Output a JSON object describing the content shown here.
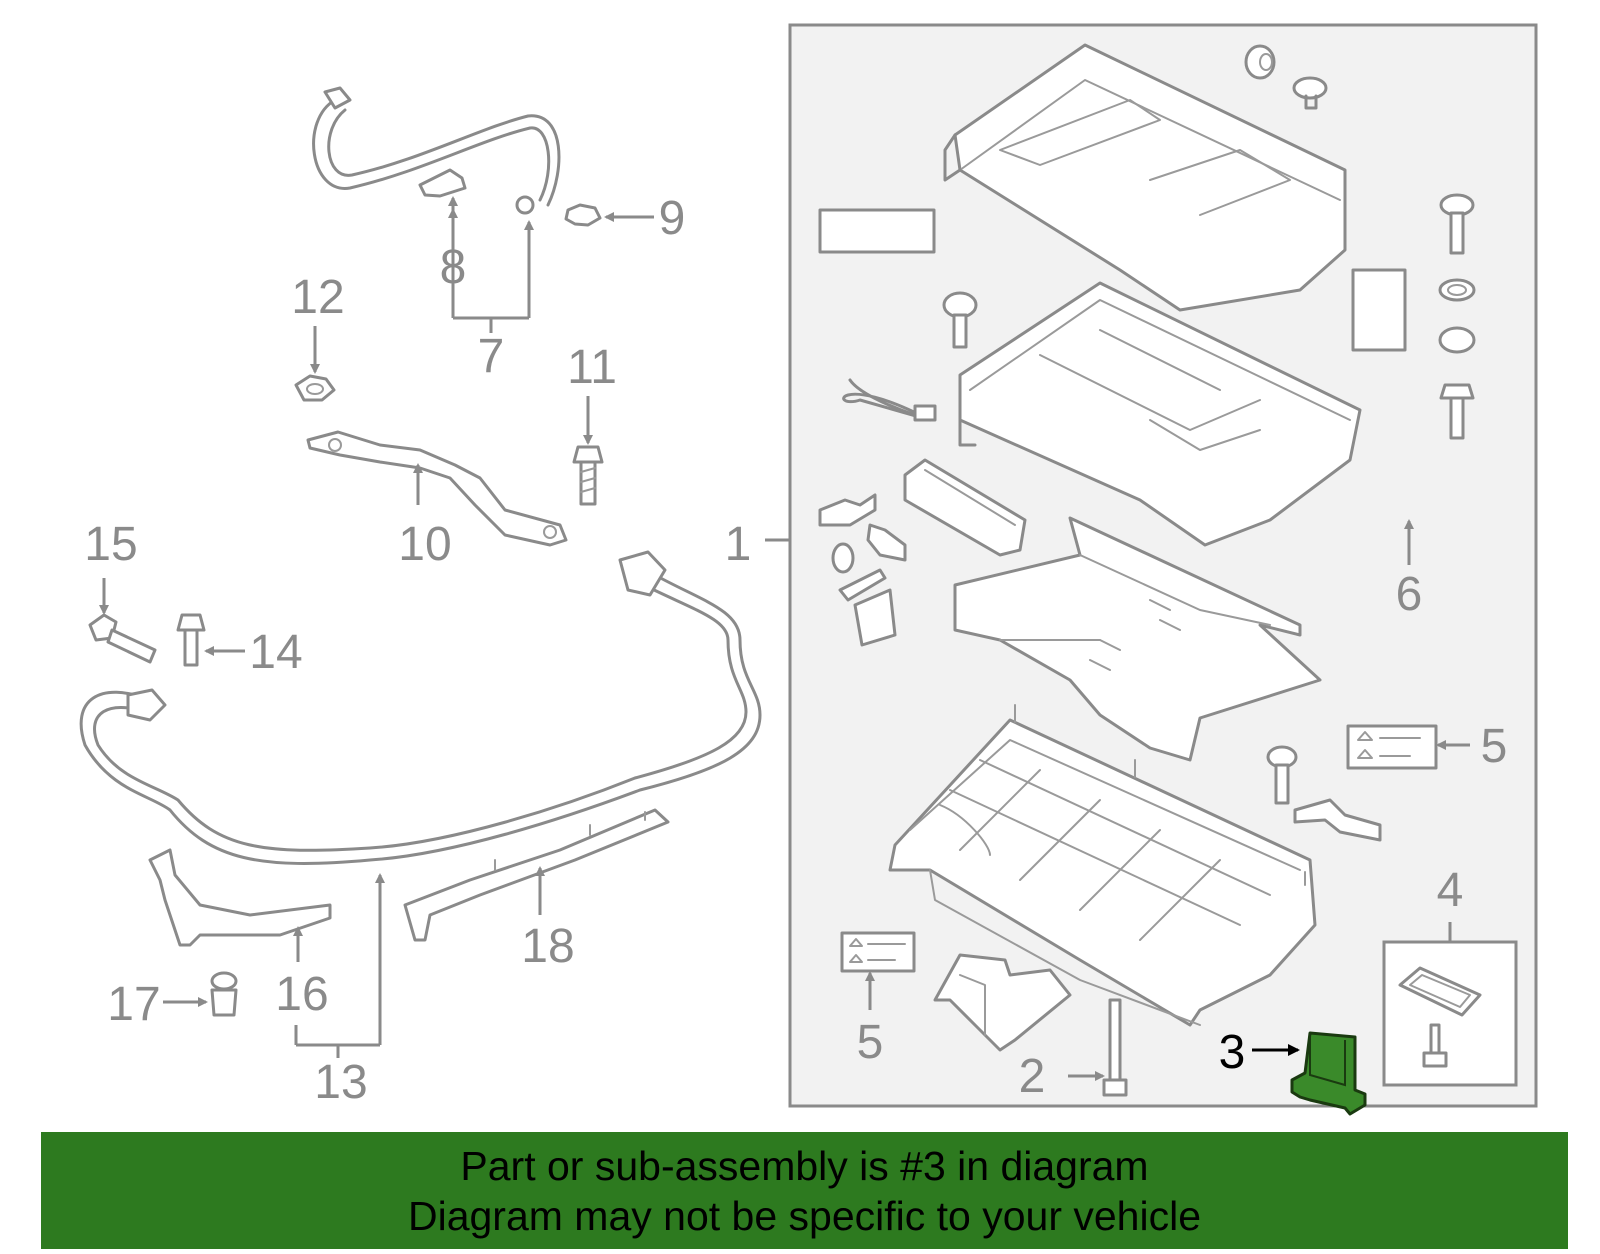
{
  "diagram": {
    "callouts": {
      "c1": "1",
      "c2": "2",
      "c3": "3",
      "c4": "4",
      "c5a": "5",
      "c5b": "5",
      "c6": "6",
      "c7": "7",
      "c8": "8",
      "c9": "9",
      "c10": "10",
      "c11": "11",
      "c12": "12",
      "c13": "13",
      "c14": "14",
      "c15": "15",
      "c16": "16",
      "c17": "17",
      "c18": "18"
    },
    "highlighted_callout": "3",
    "colors": {
      "line_art": "#8a8a8a",
      "highlight_part": "#3a8a2a",
      "banner_background": "#2d7a1f",
      "banner_text": "#000000"
    }
  },
  "banner": {
    "line1": "Part or sub-assembly is #3 in diagram",
    "line2": "Diagram may not be specific to your vehicle"
  }
}
